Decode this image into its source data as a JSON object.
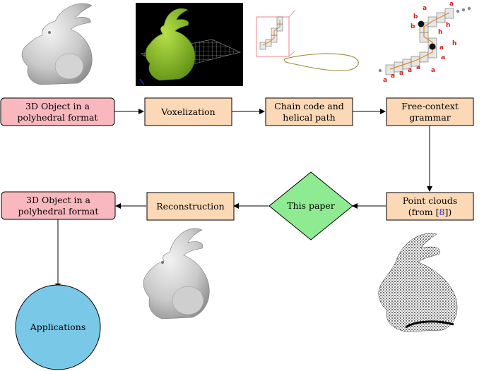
{
  "colors": {
    "pink": "#f9b8be",
    "peach": "#fbd8b6",
    "green": "#8eeb91",
    "blue": "#79c8e8",
    "ref": "#2b2bd6"
  },
  "nodes": {
    "start": "3D Object in a polyhedral format",
    "voxelization": "Voxelization",
    "chain": "Chain code and helical path",
    "grammar": "Free-context grammar",
    "point_clouds": "Point clouds",
    "point_clouds_ref_prefix": "(from [",
    "point_clouds_ref": "8",
    "point_clouds_ref_suffix": "])",
    "this_paper": "This paper",
    "reconstruction": "Reconstruction",
    "end": "3D Object in a polyhedral format",
    "applications": "Applications"
  },
  "illustrations": {
    "grammar_letters": [
      "a",
      "a",
      "a",
      "a",
      "a",
      "a",
      "a",
      "b",
      "b",
      "h",
      "h",
      "h",
      "a",
      "a",
      "a"
    ]
  }
}
